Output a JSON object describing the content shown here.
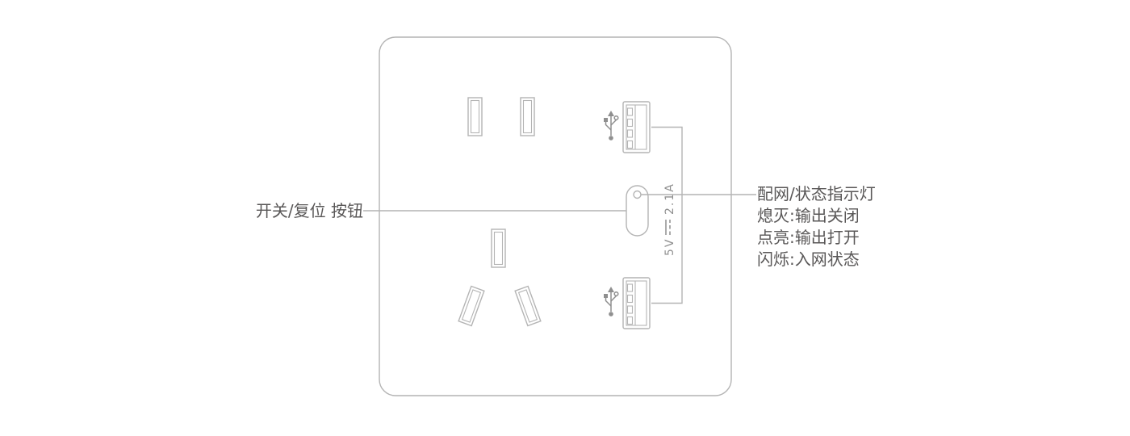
{
  "colors": {
    "line": "#b4b4b4",
    "icon": "#8f8f8f",
    "text": "#595757",
    "background": "#ffffff"
  },
  "callouts": {
    "switch_reset": {
      "label": "开关/复位 按钮"
    },
    "indicator": {
      "title": "配网/状态指示灯",
      "lines": [
        "熄灭:输出关闭",
        "点亮:输出打开",
        "闪烁:入网状态"
      ]
    }
  },
  "usb_rating": {
    "voltage": "5V",
    "current": "2.1A"
  },
  "icons": {
    "usb_top": "usb-trident-icon",
    "usb_bottom": "usb-trident-icon",
    "dc": "dc-current-icon"
  }
}
